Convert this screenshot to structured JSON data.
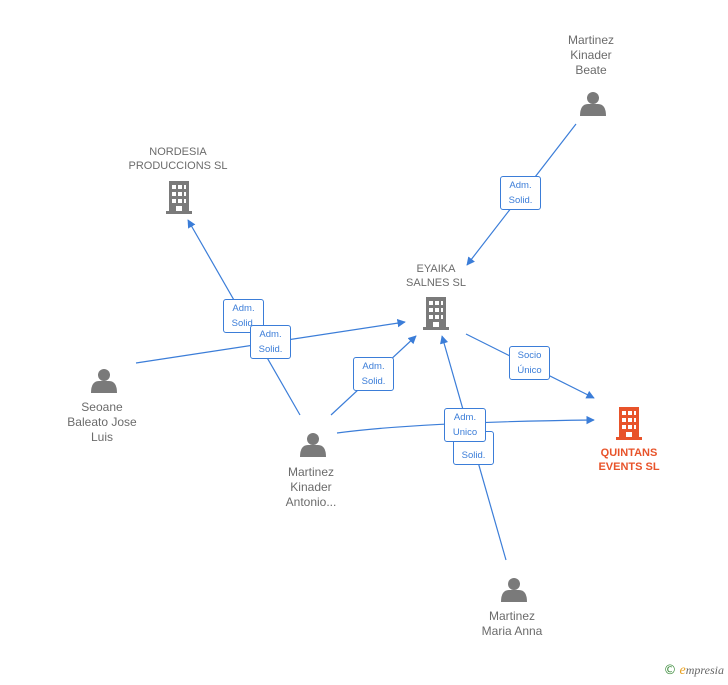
{
  "nodes": {
    "beate": [
      "Martinez",
      "Kinader",
      "Beate"
    ],
    "nordesia": [
      "NORDESIA",
      "PRODUCCIONS SL"
    ],
    "eyaika": [
      "EYAIKA",
      "SALNES  SL"
    ],
    "seoane": [
      "Seoane",
      "Baleato Jose",
      "Luis"
    ],
    "antonio": [
      "Martinez",
      "Kinader",
      "Antonio..."
    ],
    "quintans": [
      "QUINTANS",
      "EVENTS  SL"
    ],
    "maria": [
      "Martinez",
      "Maria Anna"
    ]
  },
  "edges": {
    "beate_eyaika": [
      "Adm.",
      "Solid."
    ],
    "seoane_nordesia": [
      "Adm.",
      "Solid."
    ],
    "seoane_eyaika": [
      "Adm.",
      "Solid."
    ],
    "antonio_eyaika": [
      "Adm.",
      "Solid."
    ],
    "eyaika_quintans": [
      "Socio",
      "Único"
    ],
    "antonio_quintans": [
      "Adm.",
      "Unico"
    ],
    "maria_eyaika": [
      "Solid."
    ]
  },
  "footer": {
    "copyright": "©",
    "brand_initial": "e",
    "brand_rest": "mpresia"
  },
  "colors": {
    "edge": "#3b7dd8",
    "person": "#7a7a7a",
    "company": "#7a7a7a",
    "target": "#e8532a"
  }
}
